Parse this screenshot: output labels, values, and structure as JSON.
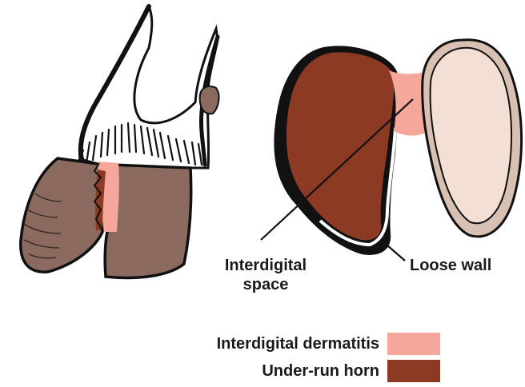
{
  "labels": {
    "interdigital_line1": "Interdigital",
    "interdigital_line2": "space",
    "loose_wall": "Loose wall"
  },
  "legend": [
    {
      "label": "Interdigital dermatitis",
      "color": "#f4a79a"
    },
    {
      "label": "Under-run horn",
      "color": "#8c3a23"
    }
  ],
  "colors": {
    "hoof_brown": "#8a6a5e",
    "under_run": "#8c3a23",
    "dermatitis": "#f4a79a",
    "healthy_claw": "#f3dfd3",
    "outline": "#111111"
  }
}
